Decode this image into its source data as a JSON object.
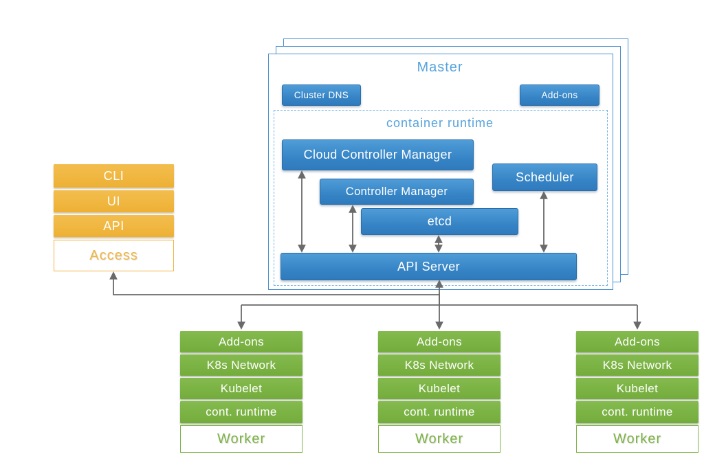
{
  "colors": {
    "component_blue": "#3583C4",
    "master_outline_blue": "#4A90CE",
    "dashed_blue": "#74B6E6",
    "label_blue": "#56A3DD",
    "access_orange": "#F0B541",
    "worker_green": "#7DB344",
    "connector_gray": "#6A6A6A"
  },
  "access": {
    "items": [
      "CLI",
      "UI",
      "API"
    ],
    "label": "Access"
  },
  "master": {
    "title": "Master",
    "cluster_dns_label": "Cluster DNS",
    "addons_label": "Add-ons",
    "container_runtime_title": "container runtime",
    "cloud_controller_manager": "Cloud Controller Manager",
    "controller_manager": "Controller Manager",
    "scheduler": "Scheduler",
    "etcd": "etcd",
    "api_server": "API Server",
    "stacked_sheets": 3
  },
  "workers": {
    "count": 3,
    "rows": [
      "Add-ons",
      "K8s Network",
      "Kubelet",
      "cont. runtime"
    ],
    "label": "Worker"
  },
  "connections": {
    "bidirectional": [
      {
        "from": "Cloud Controller Manager",
        "to": "API Server"
      },
      {
        "from": "Controller Manager",
        "to": "API Server"
      },
      {
        "from": "etcd",
        "to": "API Server"
      },
      {
        "from": "Scheduler",
        "to": "API Server"
      },
      {
        "from": "Access",
        "to": "API Server"
      }
    ],
    "directed": [
      {
        "from": "API Server",
        "to": "Worker 1"
      },
      {
        "from": "API Server",
        "to": "Worker 2"
      },
      {
        "from": "API Server",
        "to": "Worker 3"
      }
    ]
  }
}
